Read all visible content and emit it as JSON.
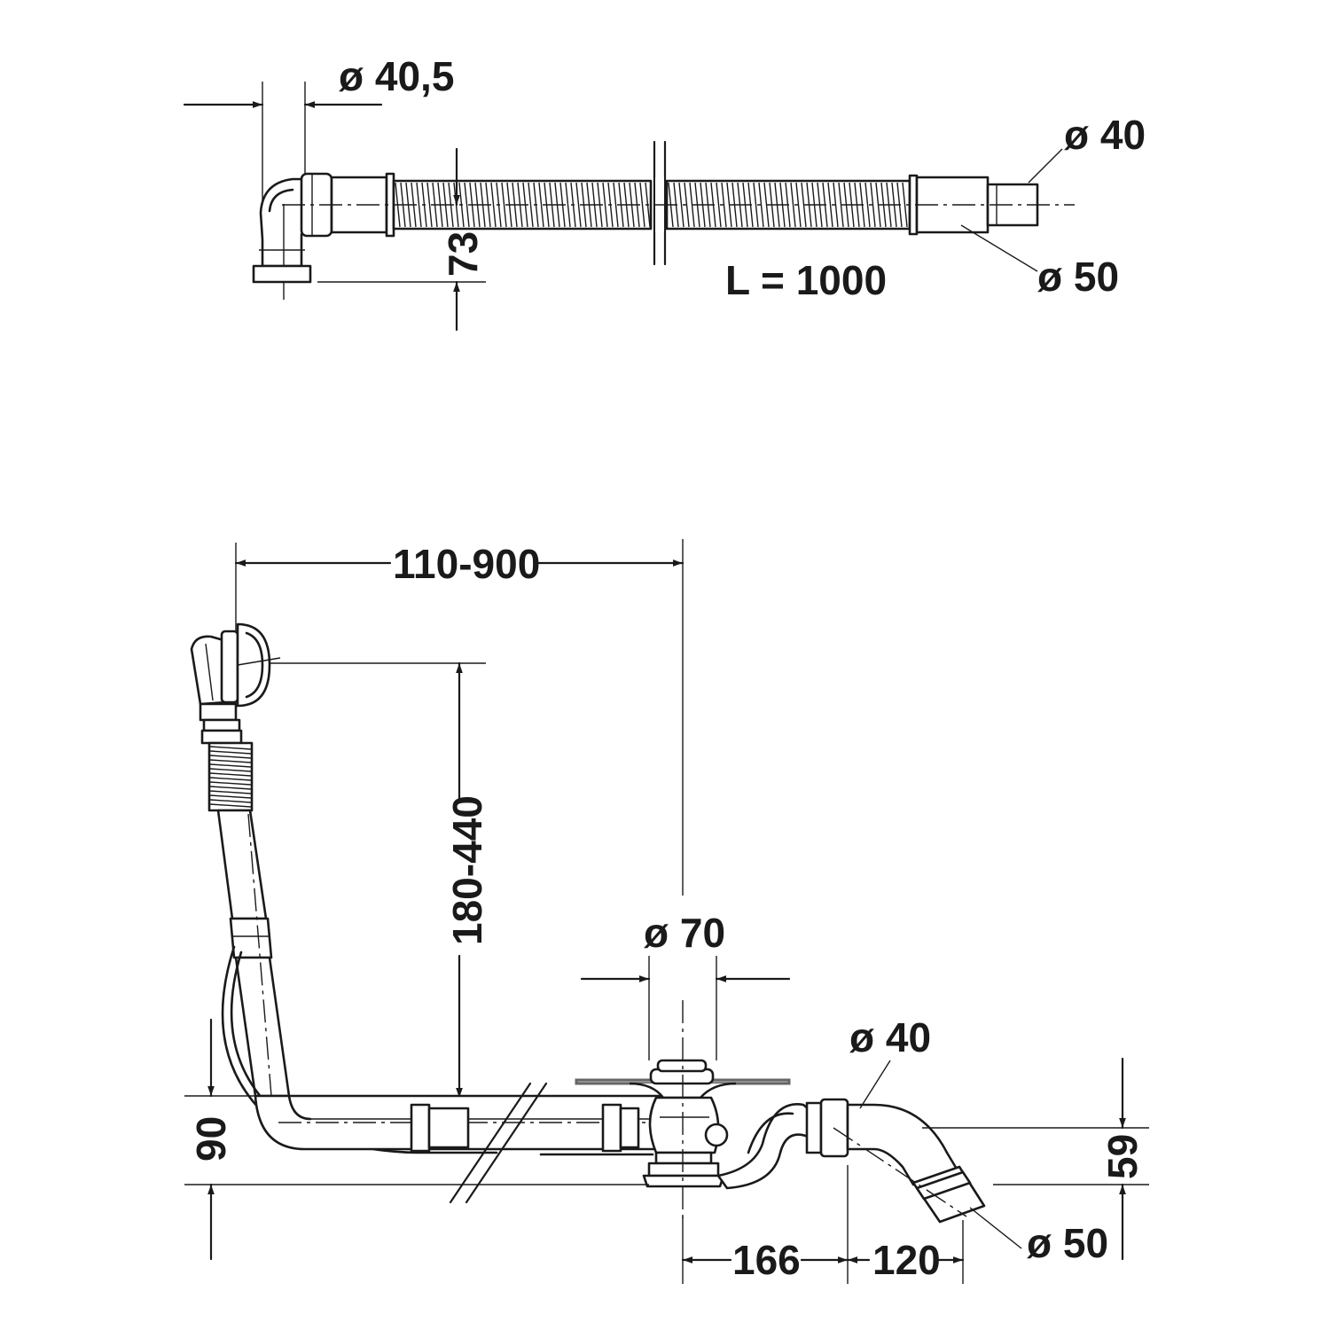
{
  "top_view": {
    "dia_inlet": "ø 40,5",
    "height": "73",
    "dia_outlet_small": "ø 40",
    "dia_outlet_large": "ø 50",
    "length": "L = 1000"
  },
  "bottom_view": {
    "horizontal_range": "110-900",
    "vertical_range": "180-440",
    "dia_drain": "ø 70",
    "dia_trap": "ø 40",
    "dia_outlet": "ø 50",
    "depth_left": "90",
    "height_right": "59",
    "offset_1": "166",
    "offset_2": "120"
  }
}
